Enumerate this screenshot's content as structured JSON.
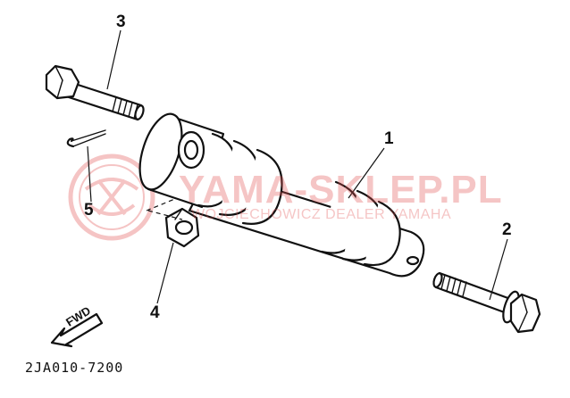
{
  "diagram": {
    "callouts": [
      {
        "id": "shock-absorber",
        "number": "1"
      },
      {
        "id": "bolt-short",
        "number": "2"
      },
      {
        "id": "bolt-long",
        "number": "3"
      },
      {
        "id": "collar-nut",
        "number": "4"
      },
      {
        "id": "cotter-pin",
        "number": "5"
      }
    ],
    "direction_label": "FWD",
    "part_code": "2JA010-7200"
  },
  "watermark": {
    "brand": "YAMA-SKLEP.PL",
    "subtitle": "WOJCIECHOWICZ DEALER YAMAHA"
  },
  "colors": {
    "ink": "#111111",
    "watermark": "#e15050",
    "background": "#ffffff"
  }
}
